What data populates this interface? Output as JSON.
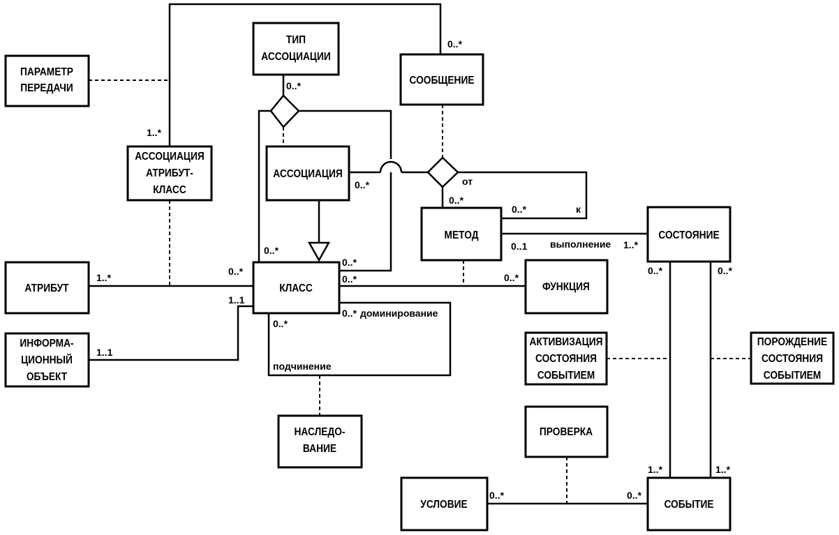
{
  "boxes": {
    "parametr": [
      "ПАРАМЕТР",
      "ПЕРЕДАЧИ"
    ],
    "tip_assoc": [
      "ТИП",
      "АССОЦИАЦИИ"
    ],
    "soobshchenie": [
      "СООБЩЕНИЕ"
    ],
    "assoc_atribut": [
      "АССОЦИАЦИЯ",
      "АТРИБУТ-",
      "КЛАСС"
    ],
    "assotsiatsiya": [
      "АССОЦИАЦИЯ"
    ],
    "metod": [
      "МЕТОД"
    ],
    "sostoyanie": [
      "СОСТОЯНИЕ"
    ],
    "atribut": [
      "АТРИБУТ"
    ],
    "klass": [
      "КЛАСС"
    ],
    "funktsiya": [
      "ФУНКЦИЯ"
    ],
    "info_obj": [
      "ИНФОРМА-",
      "ЦИОННЫЙ",
      "ОБЪЕКТ"
    ],
    "aktivizatsiya": [
      "АКТИВИЗАЦИЯ",
      "СОСТОЯНИЯ",
      "СОБЫТИЕМ"
    ],
    "porozhdenie": [
      "ПОРОЖДЕНИЕ",
      "СОСТОЯНИЯ",
      "СОБЫТИЕМ"
    ],
    "nasledovanie": [
      "НАСЛЕДО-",
      "ВАНИЕ"
    ],
    "proverka": [
      "ПРОВЕРКА"
    ],
    "uslovie": [
      "УСЛОВИЕ"
    ],
    "sobytie": [
      "СОБЫТИЕ"
    ]
  },
  "labels": {
    "soob_top": "0..*",
    "tip_bottom": "0..*",
    "assoc_attr_top": "1..*",
    "assoc_right": "0..*",
    "metod_ot": "от",
    "metod_top": "0..*",
    "metod_k_mult": "0..*",
    "metod_k": "к",
    "metod_bottom_mult": "0..1",
    "vypolnenie": "выполнение",
    "sost_left_mult": "1..*",
    "sost_bl": "0..*",
    "sost_br": "0..*",
    "klass_tl": "0..*",
    "klass_left_top": "0..*",
    "klass_left_bottom": "1..1",
    "klass_right_upper": "0..*",
    "klass_right_lower": "0..*",
    "klass_dom_mult": "0..*",
    "dominirovanie": "доминирование",
    "klass_bottom_mult": "0..*",
    "podchinenie": "подчинение",
    "atribut_mult": "1..*",
    "info_mult": "1..1",
    "funk_mult": "0..*",
    "sobytie_tl": "1..*",
    "sobytie_tr": "1..*",
    "uslovie_mult": "0..*",
    "sobytie_left_mult": "0..*"
  }
}
